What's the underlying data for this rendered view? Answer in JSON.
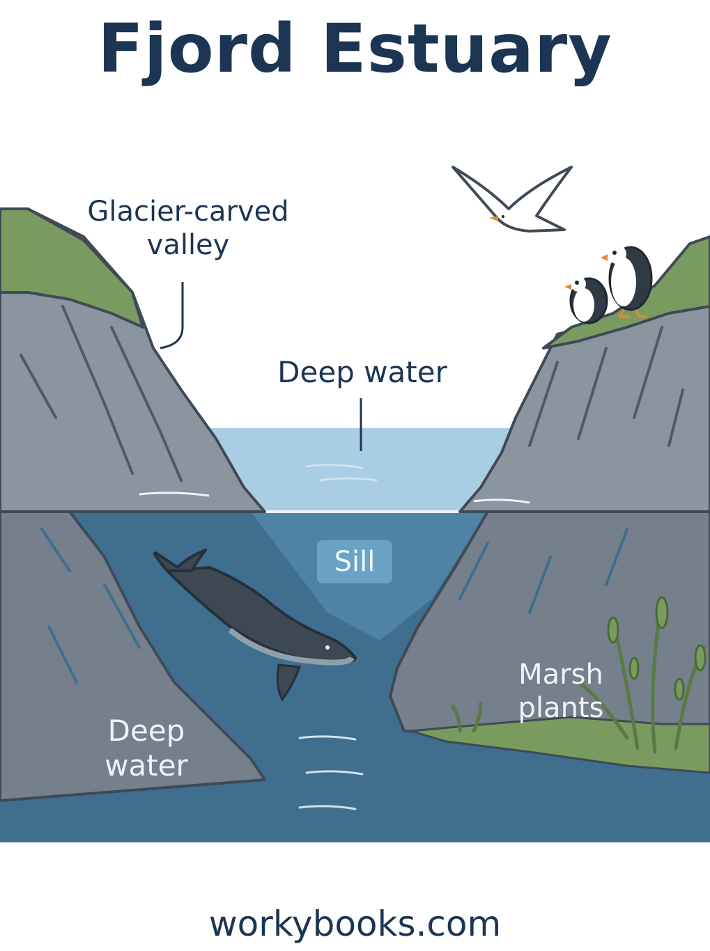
{
  "title": "Fjord Estuary",
  "labels": {
    "glacier_line1": "Glacier-carved",
    "glacier_line2": "valley",
    "deep_water_top": "Deep water",
    "sill": "Sill",
    "deep_water_bottom_line1": "Deep",
    "deep_water_bottom_line2": "water",
    "marsh_line1": "Marsh",
    "marsh_line2": "plants"
  },
  "footer": "workybooks.com",
  "colors": {
    "title": "#1b3553",
    "rock": "#8a95a0",
    "rock_dark": "#6f7b87",
    "grass": "#7a9b5f",
    "surface_water": "#a9cde3",
    "deep_water": "#3f6e8e",
    "whale": "#3d4852"
  },
  "icons": [
    "seagull-icon",
    "puffin-icon",
    "whale-icon",
    "marsh-plant-icon"
  ]
}
